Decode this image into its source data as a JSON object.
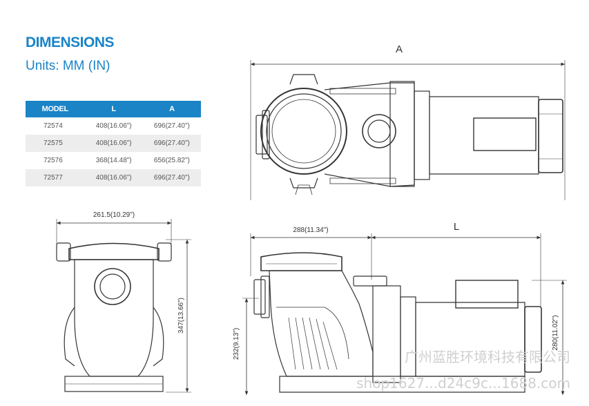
{
  "heading": {
    "title": "DIMENSIONS",
    "units": "Units: MM (IN)"
  },
  "table": {
    "headers": [
      "MODEL",
      "L",
      "A"
    ],
    "rows": [
      [
        "72574",
        "408(16.06\")",
        "696(27.40\")"
      ],
      [
        "72575",
        "408(16.06\")",
        "696(27.40\")"
      ],
      [
        "72576",
        "368(14.48\")",
        "656(25.82\")"
      ],
      [
        "72577",
        "408(16.06\")",
        "696(27.40\")"
      ]
    ]
  },
  "dimensions": {
    "top_view_overall": "A",
    "front_width": "261.5(10.29\")",
    "front_height": "347(13.66\")",
    "side_strainer_length": "288(11.34\")",
    "side_motor_length": "L",
    "side_inlet_height": "232(9.13\")",
    "side_overall_height": "280(11.02\")"
  },
  "watermark": {
    "line1": "广州蓝胜环境科技有限公司",
    "line2": "shop1627...d24c9c...1688.com"
  },
  "colors": {
    "accent": "#1a84c7",
    "table_stripe": "#ededed",
    "line": "#333333"
  }
}
